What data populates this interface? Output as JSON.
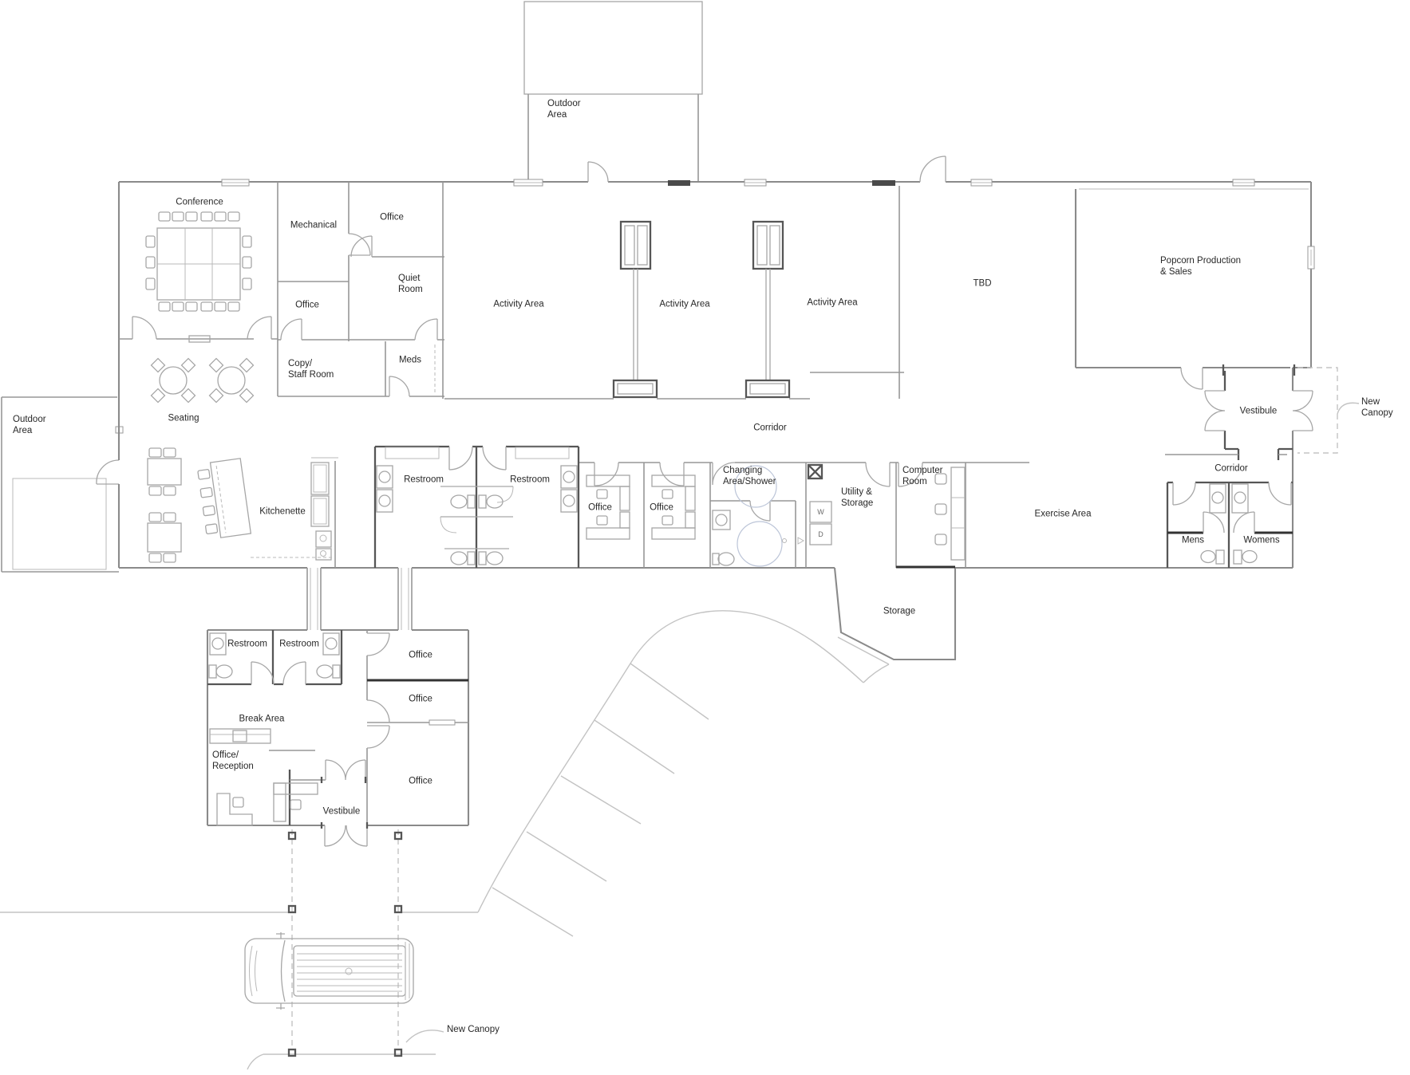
{
  "colors": {
    "wall": "#8a8a8a",
    "dark_wall": "#565656",
    "furniture": "#a6a6a6",
    "site_line": "#c3c3c3",
    "accessibility_circle": "#bcc5d8",
    "label_text": "#282828"
  },
  "outdoor": {
    "top": "Outdoor\nArea",
    "left": "Outdoor\nArea"
  },
  "rooms": {
    "conference": "Conference",
    "mechanical": "Mechanical",
    "office_top": "Office",
    "office_mid": "Office",
    "quiet": "Quiet\nRoom",
    "copy_staff": "Copy/\nStaff Room",
    "meds": "Meds",
    "seating": "Seating",
    "kitchenette": "Kitchenette",
    "activity_1": "Activity Area",
    "activity_2": "Activity Area",
    "activity_3": "Activity Area",
    "tbd": "TBD",
    "popcorn": "Popcorn Production\n& Sales",
    "corridor_main": "Corridor",
    "corridor_right": "Corridor",
    "restroom_mid_1": "Restroom",
    "restroom_mid_2": "Restroom",
    "office_1": "Office",
    "office_2": "Office",
    "changing": "Changing\nArea/Shower",
    "utility": "Utility &\nStorage",
    "computer": "Computer\nRoom",
    "exercise": "Exercise Area",
    "vestibule_right": "Vestibule",
    "mens": "Mens",
    "womens": "Womens",
    "storage": "Storage",
    "wing_restroom_1": "Restroom",
    "wing_restroom_2": "Restroom",
    "wing_office_1": "Office",
    "wing_office_2": "Office",
    "wing_office_3": "Office",
    "break_area": "Break Area",
    "office_reception": "Office/\nReception",
    "wing_vestibule": "Vestibule"
  },
  "site": {
    "new_canopy_right": "New Canopy",
    "new_canopy_bottom": "New Canopy"
  },
  "appliances": {
    "washer": "W",
    "dryer": "D"
  }
}
